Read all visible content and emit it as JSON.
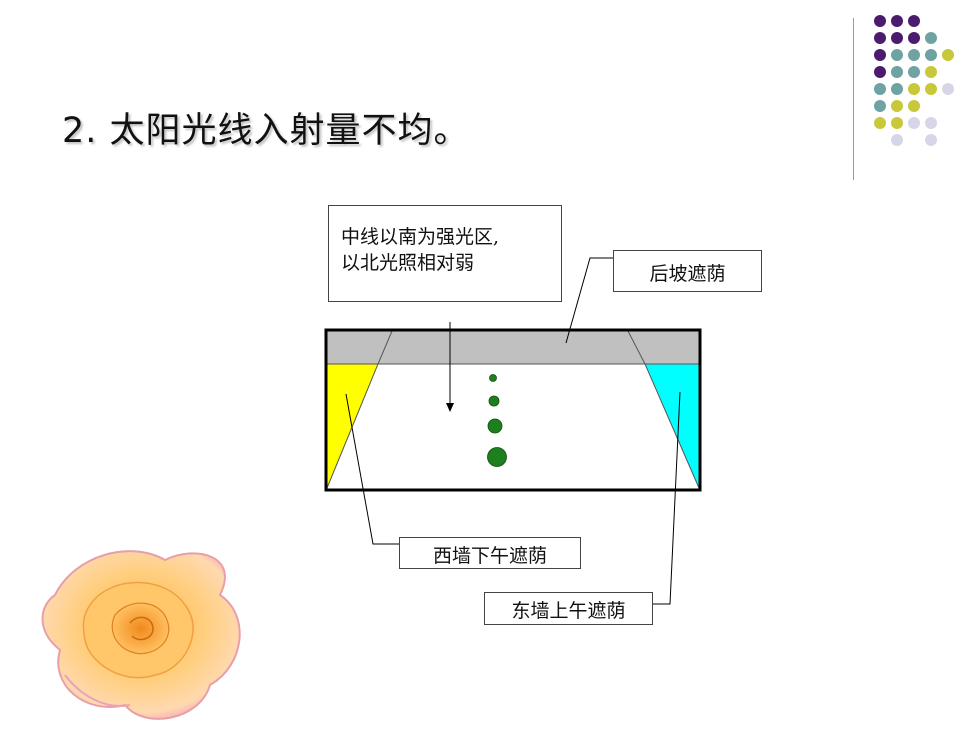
{
  "slide": {
    "title": "2. 太阳光线入射量不均。"
  },
  "diagram": {
    "note": {
      "line1": "中线以南为强光区,",
      "line2": "以北光照相对弱"
    },
    "label_back_slope": "后坡遮荫",
    "label_west_wall": "西墙下午遮荫",
    "label_east_wall": "东墙上午遮荫",
    "colors": {
      "roof_band": "#c0c0c0",
      "west_shade": "#ffff00",
      "east_shade": "#00ffff",
      "light_dots": "#1e7f1e",
      "frame": "#000000"
    }
  },
  "decoration": {
    "dot_colors": [
      "#4b1c6e",
      "#6fa3a3",
      "#c8c83a",
      "#d6d6e8"
    ],
    "image": "rose-icon"
  }
}
